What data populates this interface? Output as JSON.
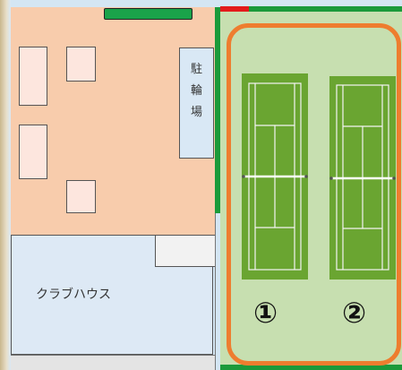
{
  "facility": {
    "parking_label": "駐\n輪\n場",
    "clubhouse_label": "クラブハウス"
  },
  "courts": [
    {
      "number": "①"
    },
    {
      "number": "②"
    }
  ],
  "colors": {
    "building": "#f8ccac",
    "clubhouse": "#dde9f5",
    "court_surface": "#6aa531",
    "court_area": "#c7dfb0",
    "court_outline": "#ee7d2f",
    "fence": "#1b9a3a",
    "marker_red": "#e31b1b"
  }
}
